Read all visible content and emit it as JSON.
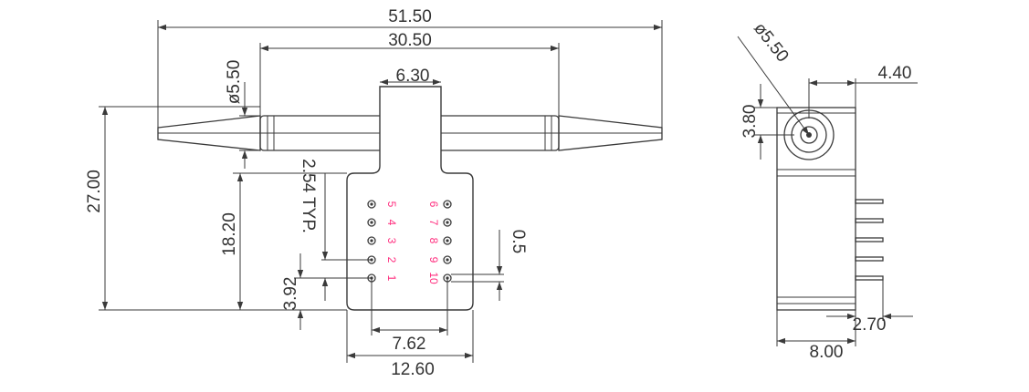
{
  "colors": {
    "line": "#3a3a3a",
    "text": "#333333",
    "pin_label": "#ff2f7f"
  },
  "dimensions": {
    "total_length": "51.50",
    "tube_length": "30.50",
    "tab_width": "6.30",
    "tube_diameter": "ø5.50",
    "total_height": "27.00",
    "pin_pitch": "2.54 TYP.",
    "body_height": "18.20",
    "pin_offset": "3.92",
    "row_spacing": "7.62",
    "body_width": "12.60",
    "pin_diameter": "0.5",
    "side_diameter": "ø5.50",
    "side_offset_h": "4.40",
    "side_offset_v": "3.80",
    "pin_length": "2.70",
    "side_width": "8.00"
  },
  "pins": {
    "left": [
      "5",
      "4",
      "3",
      "2",
      "1"
    ],
    "right": [
      "6",
      "7",
      "8",
      "9",
      "10"
    ]
  }
}
